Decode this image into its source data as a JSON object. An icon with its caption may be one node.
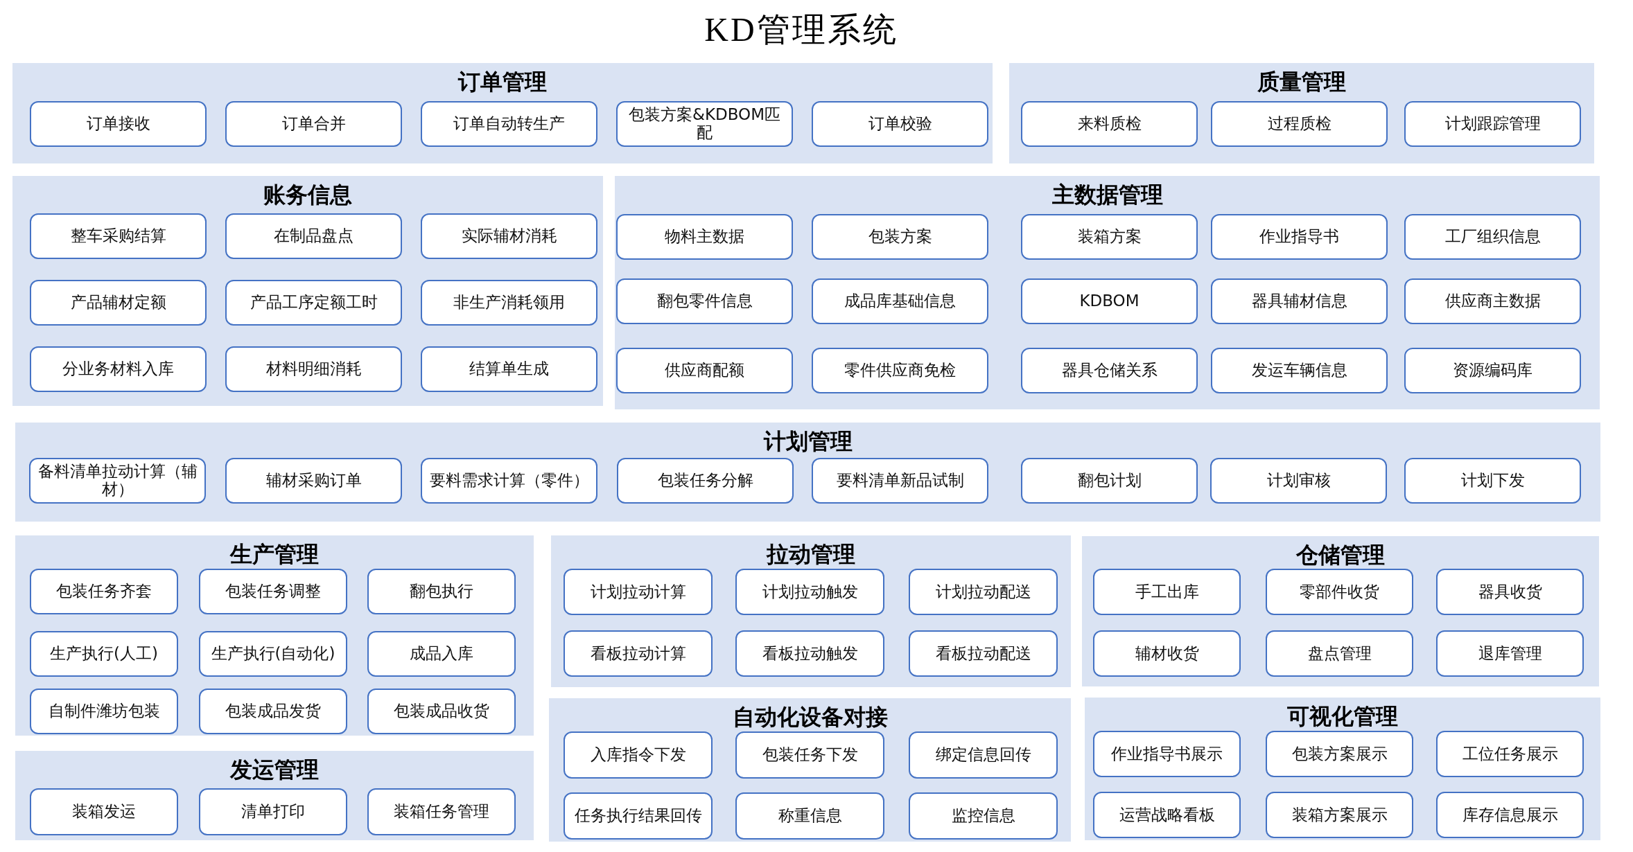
{
  "diagram": {
    "title": "KD管理系统",
    "nodes": [
      {
        "text": [
          "订单管理"
        ]
      },
      {
        "text": [
          "订单接收"
        ],
        "in": 0
      },
      {
        "text": [
          "订单合并"
        ],
        "in": 0
      },
      {
        "text": [
          "订单自动转生产"
        ],
        "in": 0
      },
      {
        "text": [
          "包装方案&KDBOM匹配"
        ],
        "in": 0
      },
      {
        "text": [
          "订单校验"
        ],
        "in": 0
      },
      {
        "text": [
          "质量管理"
        ]
      },
      {
        "text": [
          "来料质检"
        ],
        "in": 6
      },
      {
        "text": [
          "过程质检"
        ],
        "in": 6
      },
      {
        "text": [
          "计划跟踪管理"
        ],
        "in": 6
      },
      {
        "text": [
          "账务信息"
        ]
      },
      {
        "text": [
          "整车采购结算"
        ],
        "in": 10
      },
      {
        "text": [
          "在制品盘点"
        ],
        "in": 10
      },
      {
        "text": [
          "实际辅材消耗"
        ],
        "in": 10
      },
      {
        "text": [
          "产品辅材定额"
        ],
        "in": 10
      },
      {
        "text": [
          "产品工序定额工时"
        ],
        "in": 10
      },
      {
        "text": [
          "非生产消耗领用"
        ],
        "in": 10
      },
      {
        "text": [
          "分业务材料入库"
        ],
        "in": 10
      },
      {
        "text": [
          "材料明细消耗"
        ],
        "in": 10
      },
      {
        "text": [
          "结算单生成"
        ],
        "in": 10
      },
      {
        "text": [
          "主数据管理"
        ]
      },
      {
        "text": [
          "物料主数据"
        ],
        "in": 20
      },
      {
        "text": [
          "包装方案"
        ],
        "in": 20
      },
      {
        "text": [
          "装箱方案"
        ],
        "in": 20
      },
      {
        "text": [
          "作业指导书"
        ],
        "in": 20
      },
      {
        "text": [
          "工厂组织信息"
        ],
        "in": 20
      },
      {
        "text": [
          "翻包零件信息"
        ],
        "in": 20
      },
      {
        "text": [
          "成品库基础信息"
        ],
        "in": 20
      },
      {
        "text": [
          "KDBOM"
        ],
        "in": 20
      },
      {
        "text": [
          "器具辅材信息"
        ],
        "in": 20
      },
      {
        "text": [
          "供应商主数据"
        ],
        "in": 20
      },
      {
        "text": [
          "供应商配额"
        ],
        "in": 20
      },
      {
        "text": [
          "零件供应商免检"
        ],
        "in": 20
      },
      {
        "text": [
          "器具仓储关系"
        ],
        "in": 20
      },
      {
        "text": [
          "发运车辆信息"
        ],
        "in": 20
      },
      {
        "text": [
          "资源编码库"
        ],
        "in": 20
      },
      {
        "text": [
          "计划管理"
        ]
      },
      {
        "text": [
          "备料清单拉动计算（辅材）"
        ],
        "in": 36
      },
      {
        "text": [
          "辅材采购订单"
        ],
        "in": 36
      },
      {
        "text": [
          "要料需求计算（零件）"
        ],
        "in": 36
      },
      {
        "text": [
          "包装任务分解"
        ],
        "in": 36
      },
      {
        "text": [
          "要料清单新品试制"
        ],
        "in": 36
      },
      {
        "text": [
          "翻包计划"
        ],
        "in": 36
      },
      {
        "text": [
          "计划审核"
        ],
        "in": 36
      },
      {
        "text": [
          "计划下发"
        ],
        "in": 36
      },
      {
        "text": [
          "生产管理"
        ]
      },
      {
        "text": [
          "包装任务齐套"
        ],
        "in": 45
      },
      {
        "text": [
          "包装任务调整"
        ],
        "in": 45
      },
      {
        "text": [
          "翻包执行"
        ],
        "in": 45
      },
      {
        "text": [
          "生产执行(人工)"
        ],
        "in": 45
      },
      {
        "text": [
          "生产执行(自动化)"
        ],
        "in": 45
      },
      {
        "text": [
          "成品入库"
        ],
        "in": 45
      },
      {
        "text": [
          "自制件潍坊包装"
        ],
        "in": 45
      },
      {
        "text": [
          "包装成品发货"
        ],
        "in": 45
      },
      {
        "text": [
          "包装成品收货"
        ],
        "in": 45
      },
      {
        "text": [
          "拉动管理"
        ]
      },
      {
        "text": [
          "计划拉动计算"
        ],
        "in": 55
      },
      {
        "text": [
          "计划拉动触发"
        ],
        "in": 55
      },
      {
        "text": [
          "计划拉动配送"
        ],
        "in": 55
      },
      {
        "text": [
          "看板拉动计算"
        ],
        "in": 55
      },
      {
        "text": [
          "看板拉动触发"
        ],
        "in": 55
      },
      {
        "text": [
          "看板拉动配送"
        ],
        "in": 55
      },
      {
        "text": [
          "仓储管理"
        ]
      },
      {
        "text": [
          "手工出库"
        ],
        "in": 62
      },
      {
        "text": [
          "零部件收货"
        ],
        "in": 62
      },
      {
        "text": [
          "器具收货"
        ],
        "in": 62
      },
      {
        "text": [
          "辅材收货"
        ],
        "in": 62
      },
      {
        "text": [
          "盘点管理"
        ],
        "in": 62
      },
      {
        "text": [
          "退库管理"
        ],
        "in": 62
      },
      {
        "text": [
          "发运管理"
        ]
      },
      {
        "text": [
          "装箱发运"
        ],
        "in": 69
      },
      {
        "text": [
          "清单打印"
        ],
        "in": 69
      },
      {
        "text": [
          "装箱任务管理"
        ],
        "in": 69
      },
      {
        "text": [
          "自动化设备对接"
        ]
      },
      {
        "text": [
          "入库指令下发"
        ],
        "in": 73
      },
      {
        "text": [
          "包装任务下发"
        ],
        "in": 73
      },
      {
        "text": [
          "绑定信息回传"
        ],
        "in": 73
      },
      {
        "text": [
          "任务执行结果回传"
        ],
        "in": 73
      },
      {
        "text": [
          "称重信息"
        ],
        "in": 73
      },
      {
        "text": [
          "监控信息"
        ],
        "in": 73
      },
      {
        "text": [
          "可视化管理"
        ]
      },
      {
        "text": [
          "作业指导书展示"
        ],
        "in": 80
      },
      {
        "text": [
          "包装方案展示"
        ],
        "in": 80
      },
      {
        "text": [
          "工位任务展示"
        ],
        "in": 80
      },
      {
        "text": [
          "运营战略看板"
        ],
        "in": 80
      },
      {
        "text": [
          "装箱方案展示"
        ],
        "in": 80
      },
      {
        "text": [
          "库存信息展示"
        ],
        "in": 80
      }
    ]
  }
}
